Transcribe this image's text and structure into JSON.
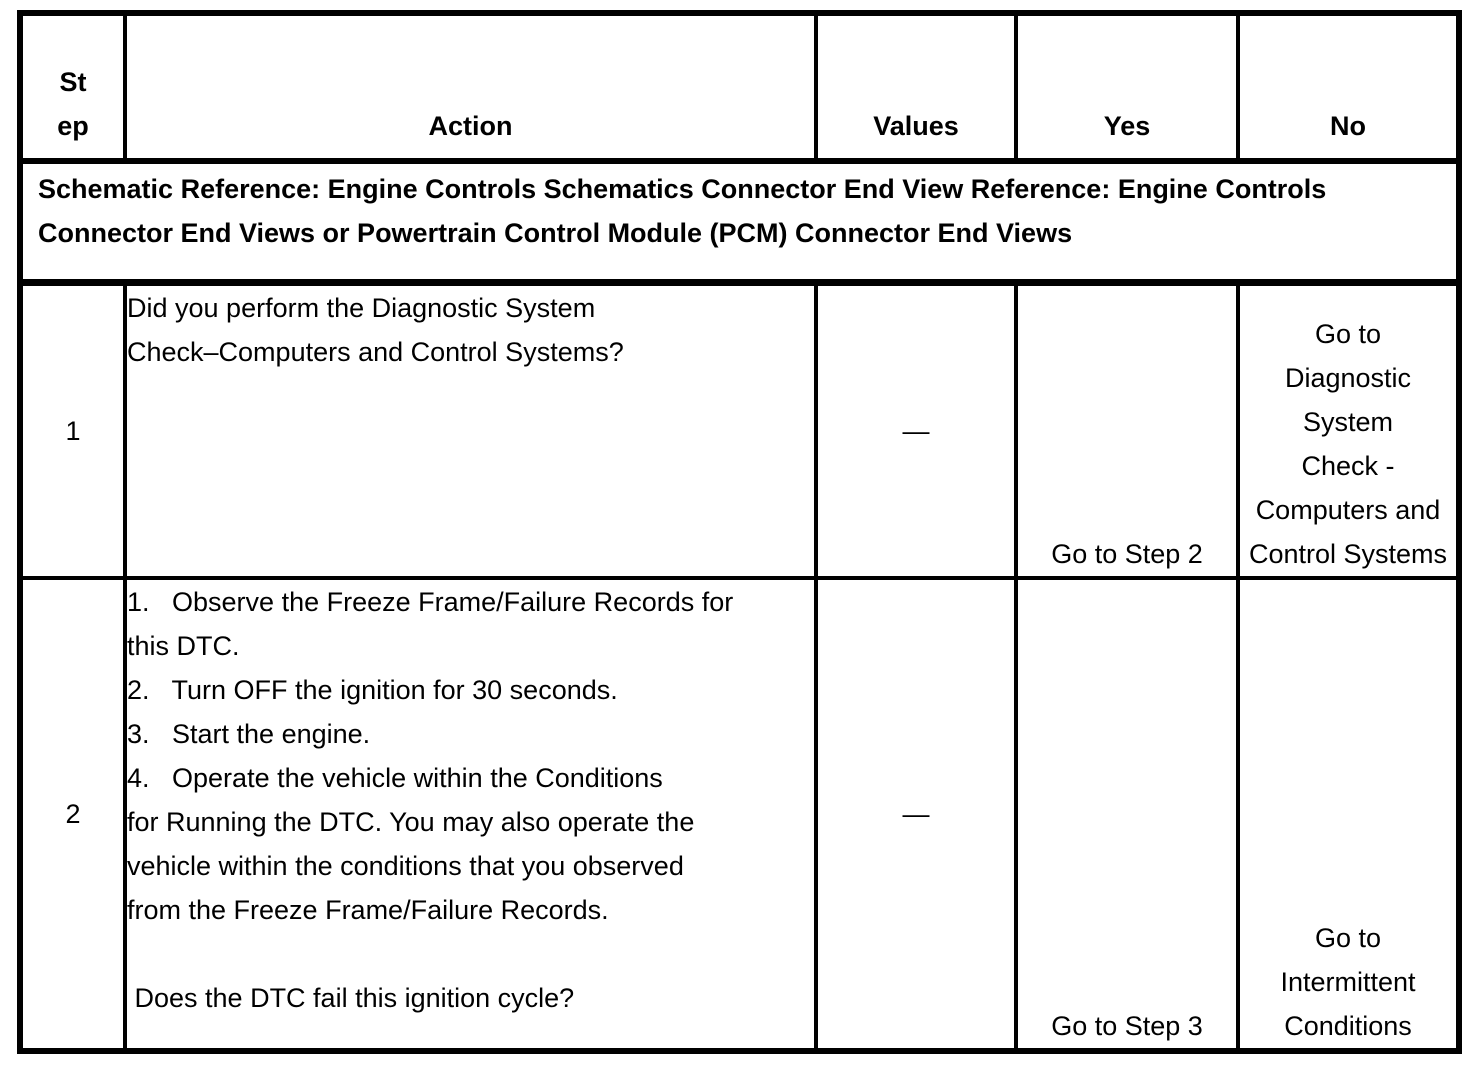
{
  "table": {
    "headers": {
      "step_lines": [
        "St",
        "ep"
      ],
      "action": "Action",
      "values": "Values",
      "yes": "Yes",
      "no": "No"
    },
    "schematic_note_lines": [
      "Schematic Reference: Engine Controls Schematics Connector End View Reference: Engine Controls",
      "Connector End Views or Powertrain Control Module (PCM) Connector End Views"
    ],
    "rows": [
      {
        "step": "1",
        "action_lines": [
          "Did you perform the Diagnostic System",
          "Check–Computers and Control Systems?"
        ],
        "values": "—",
        "yes": "Go to Step 2",
        "no_lines": [
          "Go to",
          "Diagnostic",
          "System",
          "Check -",
          "Computers and",
          "Control Systems"
        ]
      },
      {
        "step": "2",
        "action_lines": [
          "1.   Observe the Freeze Frame/Failure Records for",
          "this DTC.",
          "2.   Turn OFF the ignition for 30 seconds.",
          "3.   Start the engine.",
          "4.   Operate the vehicle within the Conditions",
          "for Running the DTC. You may also operate the",
          "vehicle within the conditions that you observed",
          "from the Freeze Frame/Failure Records.",
          "",
          " Does the DTC fail this ignition cycle?"
        ],
        "values": "—",
        "yes": "Go to Step 3",
        "no_lines": [
          "Go to",
          "Intermittent",
          "Conditions"
        ]
      }
    ],
    "colors": {
      "border": "#000000",
      "text": "#000000",
      "background": "#ffffff"
    }
  }
}
